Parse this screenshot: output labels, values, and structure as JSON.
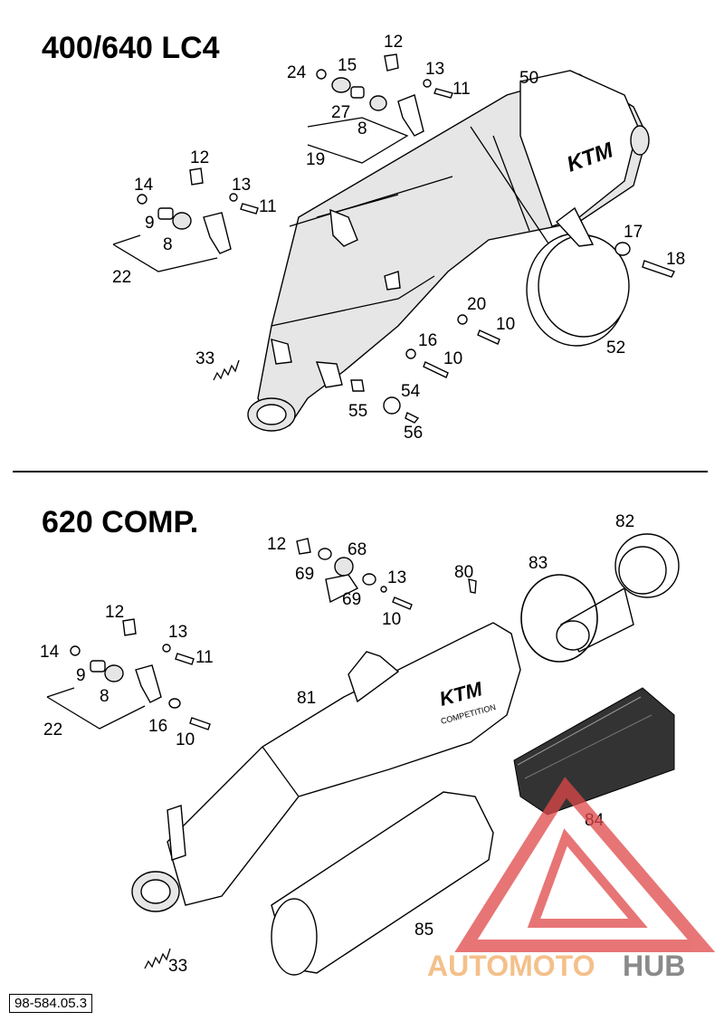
{
  "sections": [
    {
      "title": "400/640 LC4"
    },
    {
      "title": "620 COMP."
    }
  ],
  "labels": {
    "a12": "12",
    "a24": "24",
    "a15": "15",
    "a13": "13",
    "a11": "11",
    "a27": "27",
    "a8": "8",
    "a19": "19",
    "a50": "50",
    "b12": "12",
    "b14": "14",
    "b13": "13",
    "b11": "11",
    "b9": "9",
    "b8": "8",
    "b22": "22",
    "a17": "17",
    "a18": "18",
    "a20": "20",
    "a10": "10",
    "a16": "16",
    "a10b": "10",
    "a52": "52",
    "a33": "33",
    "a54": "54",
    "a55": "55",
    "a56": "56",
    "c12": "12",
    "c68": "68",
    "c69": "69",
    "c69b": "69",
    "c13": "13",
    "c10": "10",
    "c80": "80",
    "c83": "83",
    "c82": "82",
    "d12": "12",
    "d13": "13",
    "d11": "11",
    "d14": "14",
    "d9": "9",
    "d8": "8",
    "d22": "22",
    "d16": "16",
    "d10": "10",
    "c81": "81",
    "c84": "84",
    "c85": "85",
    "c33": "33"
  },
  "muffler_brand": "KTM",
  "muffler_subtext": "COMPETITION",
  "watermark": {
    "part1": "AUTOMOTO",
    "part2": "HUB",
    "color1": "#f4c08a",
    "color2": "#8a8a8a",
    "triangle_color": "#e04848"
  },
  "doc_id": "98-584.05.3"
}
